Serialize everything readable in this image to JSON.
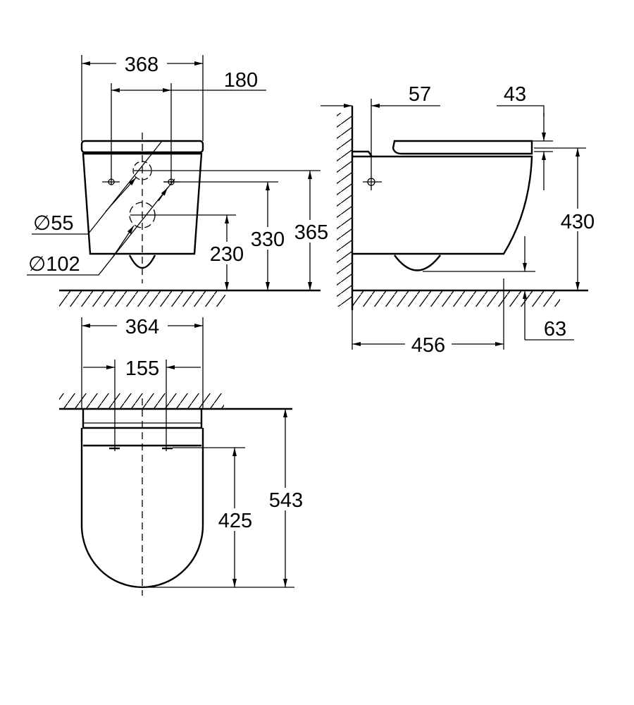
{
  "front_view": {
    "width": "368",
    "bolt_spacing": "180",
    "dia_small": "∅55",
    "dia_large": "∅102",
    "h_outlet": "230",
    "h_bolt": "330",
    "h_inlet": "365"
  },
  "side_view": {
    "bolt_offset": "57",
    "seat_thickness": "43",
    "height": "430",
    "depth": "456",
    "outlet_height": "63"
  },
  "top_view": {
    "width": "364",
    "seat_hinge_spacing": "155",
    "total_length": "543",
    "seat_length": "425"
  }
}
